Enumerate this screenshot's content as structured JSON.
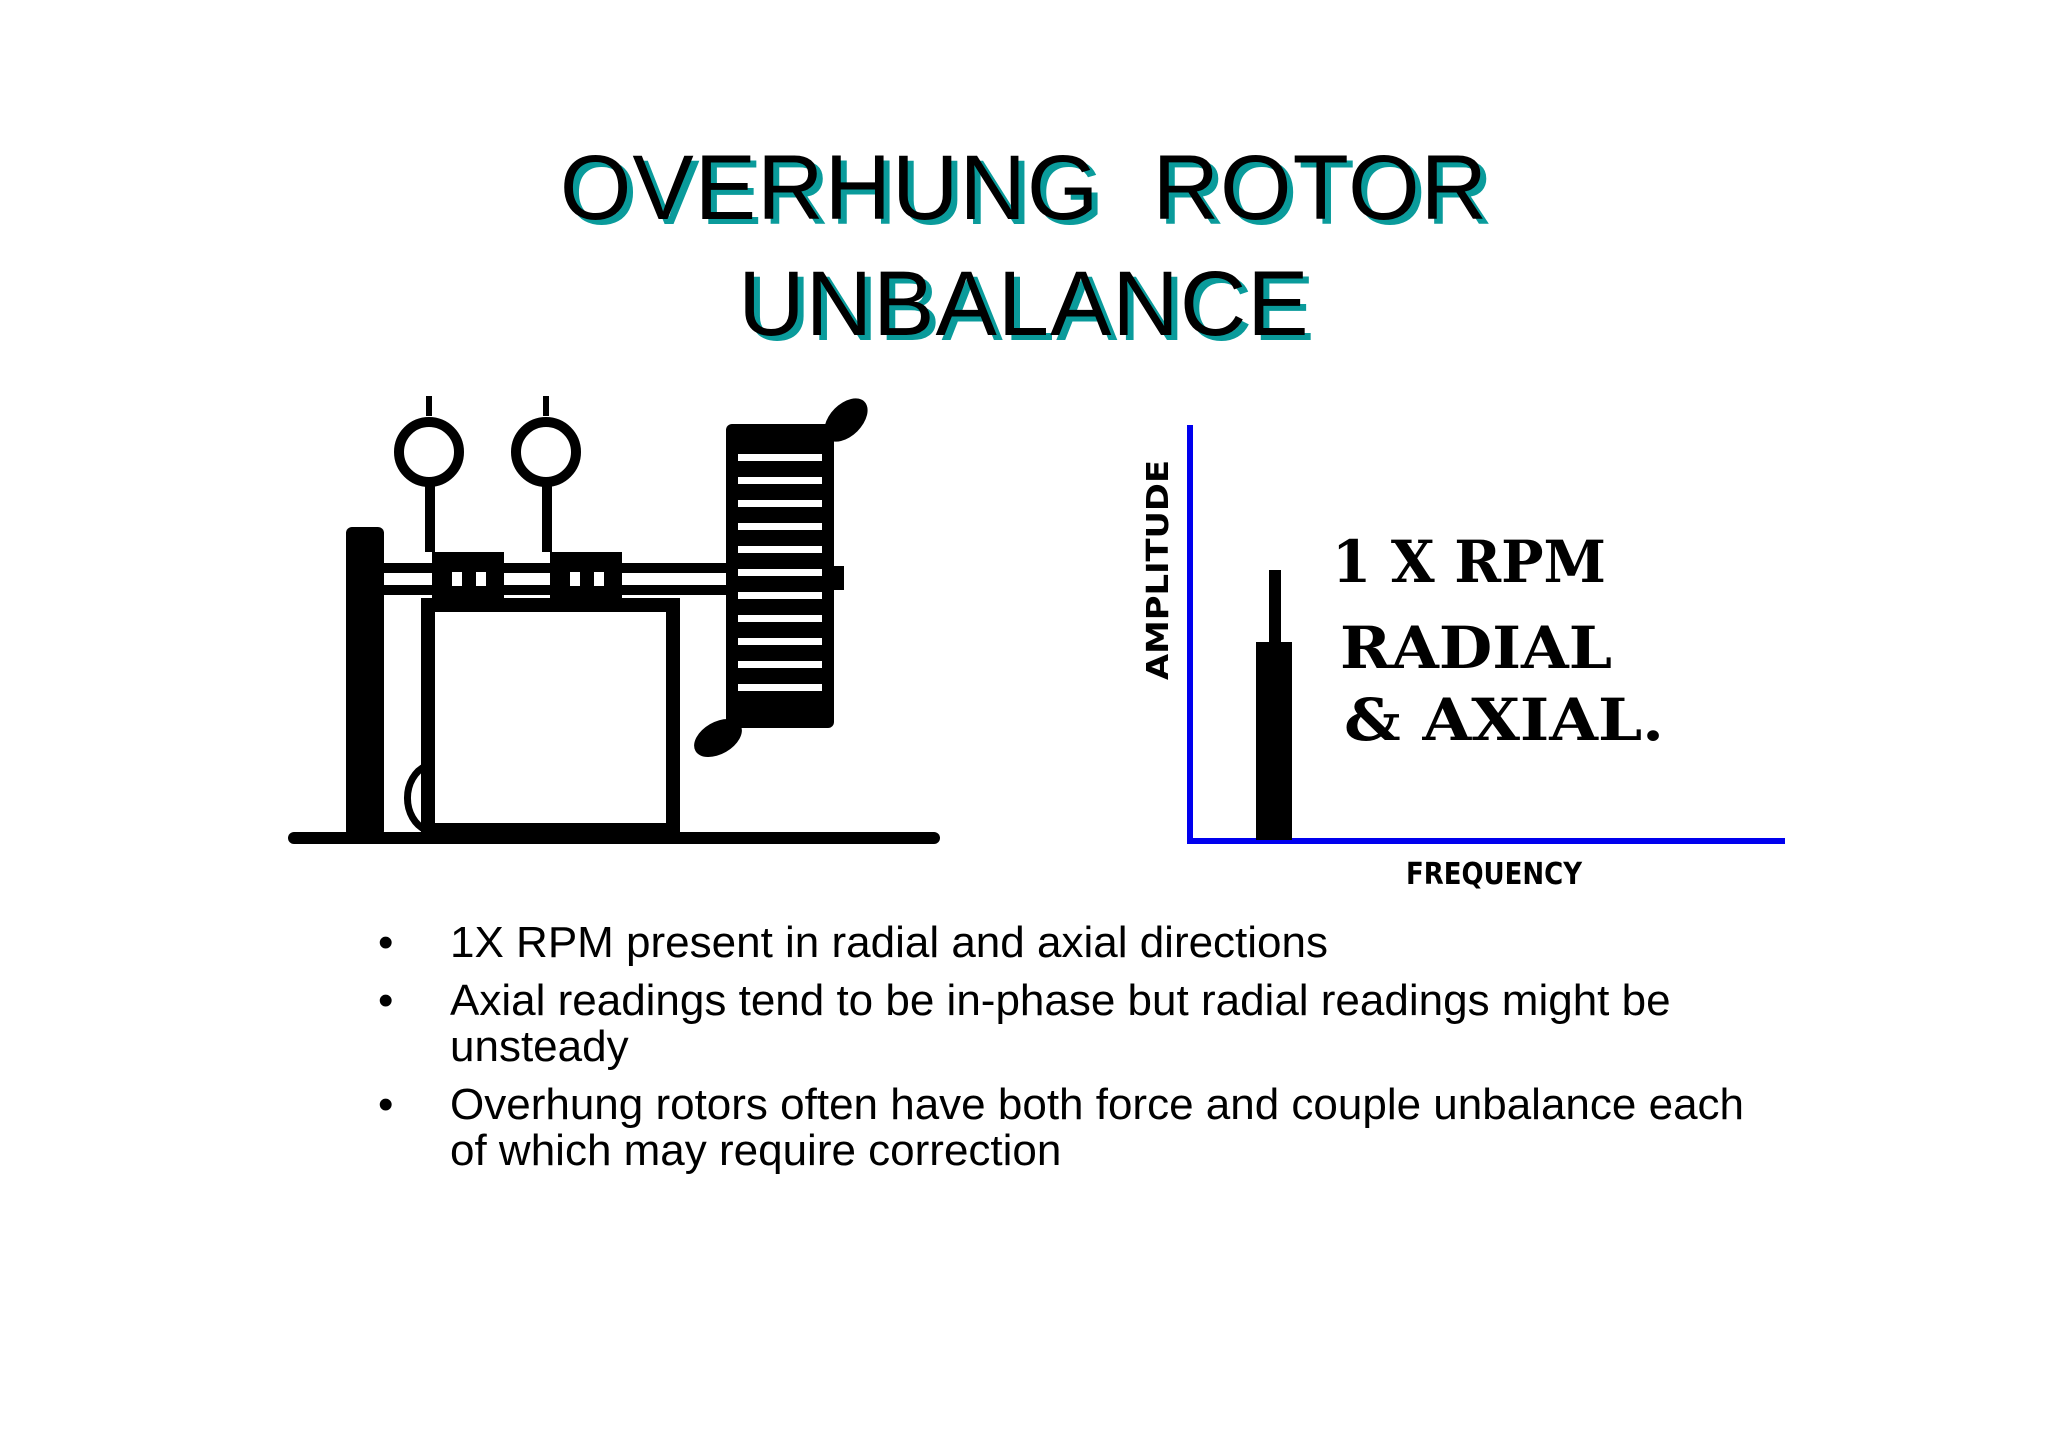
{
  "title": {
    "line1": "OVERHUNG  ROTOR",
    "line2": "UNBALANCE"
  },
  "spectrum": {
    "y_axis_label": "AMPLITUDE",
    "x_axis_label": "FREQUENCY",
    "annotation_line1": "1 X RPM",
    "annotation_line2": "RADIAL",
    "annotation_line3": "& AXIAL.",
    "axis_color": "#0000ee"
  },
  "bullets": [
    {
      "marker": "•",
      "text": "1X RPM present in radial and axial directions"
    },
    {
      "marker": "•",
      "text": "Axial readings tend to be in-phase but radial readings might be unsteady"
    },
    {
      "marker": "•",
      "text": "Overhung rotors often have both force and couple unbalance each of which may require correction"
    }
  ],
  "colors": {
    "title_shadow": "#0a9b9b",
    "text": "#000000"
  }
}
